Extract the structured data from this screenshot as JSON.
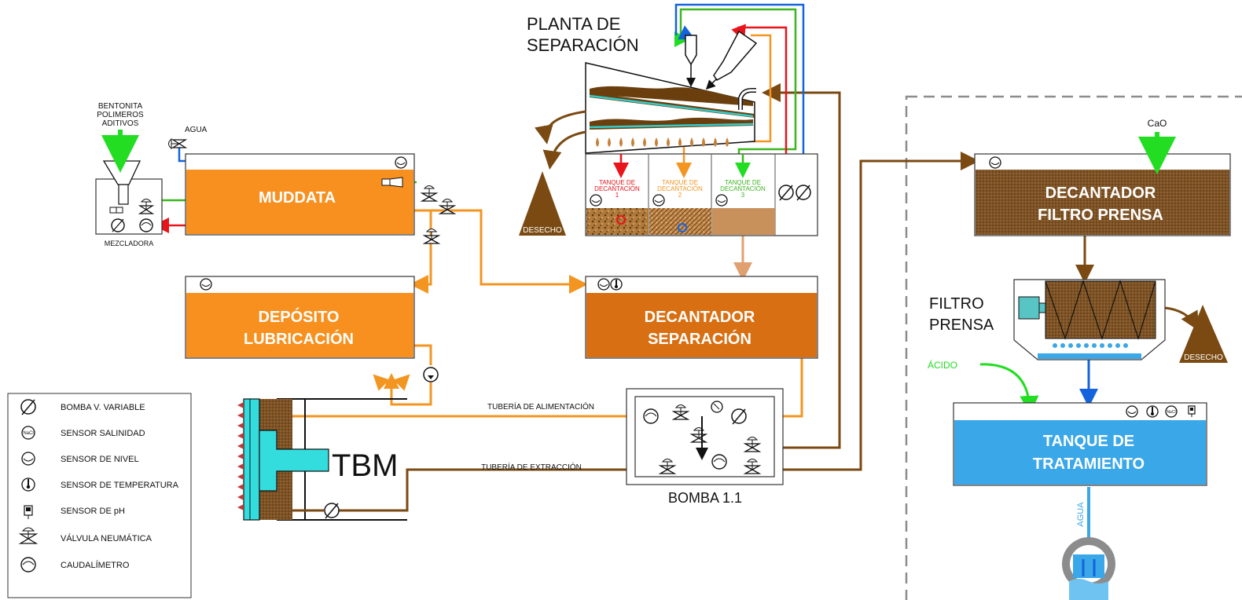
{
  "labels": {
    "planta": [
      "PLANTA DE",
      "SEPARACIÓN"
    ],
    "aditivos": [
      "BENTONITA",
      "POLIMEROS",
      "ADITIVOS"
    ],
    "agua_top": "AGUA",
    "mezcladora": "MEZCLADORA",
    "desecho_1": "DESECHO",
    "desecho_2": "DESECHO",
    "cao": "CaO",
    "filtro_prensa": [
      "FILTRO",
      "PRENSA"
    ],
    "acido": "ÁCIDO",
    "agua_out": "AGUA",
    "tbm": "TBM",
    "tuberia_alimentacion": "TUBERÍA DE ALIMENTACIÓN",
    "tuberia_extraccion": "TUBERÍA DE EXTRACCIÓN",
    "bomba": "BOMBA 1.1"
  },
  "tanks": {
    "muddata": [
      "MUDDATA"
    ],
    "deposito": [
      "DEPÓSITO",
      "LUBRICACIÓN"
    ],
    "decantador_sep": [
      "DECANTADOR",
      "SEPARACIÓN"
    ],
    "decantador_fp": [
      "DECANTADOR",
      "FILTRO PRENSA"
    ],
    "tratamiento": [
      "TANQUE DE",
      "TRATAMIENTO"
    ]
  },
  "decant_tanks": [
    {
      "lines": [
        "TANQUE DE",
        "DECANTACIÓN",
        "1"
      ],
      "color": "#e8141b"
    },
    {
      "lines": [
        "TANQUE DE",
        "DECANTACIÓN",
        "2"
      ],
      "color": "#f39521"
    },
    {
      "lines": [
        "TANQUE DE",
        "DECANTACIÓN",
        "3"
      ],
      "color": "#3cb521"
    }
  ],
  "sensor_glyphs": {
    "nacl": "NaCl"
  },
  "legend": [
    {
      "icon": "variable-pump-icon",
      "label": "BOMBA V. VARIABLE"
    },
    {
      "icon": "salinity-sensor-icon",
      "label": "SENSOR SALINIDAD"
    },
    {
      "icon": "level-sensor-icon",
      "label": "SENSOR DE NIVEL"
    },
    {
      "icon": "temperature-sensor-icon",
      "label": "SENSOR DE TEMPERATURA"
    },
    {
      "icon": "ph-sensor-icon",
      "label": "SENSOR DE pH"
    },
    {
      "icon": "pneumatic-valve-icon",
      "label": "VÁLVULA NEUMÁTICA"
    },
    {
      "icon": "flowmeter-icon",
      "label": "CAUDALÍMETRO"
    }
  ],
  "colors": {
    "orange": "#f7901e",
    "dark_orange": "#d86f12",
    "brown": "#7a4a12",
    "sludge": "#8a5a2b",
    "green": "#22dd22",
    "red": "#e8141b",
    "blue": "#1463dc",
    "cyan": "#33dddd",
    "water": "#3aa7e8",
    "grey": "#8c8c8c"
  }
}
